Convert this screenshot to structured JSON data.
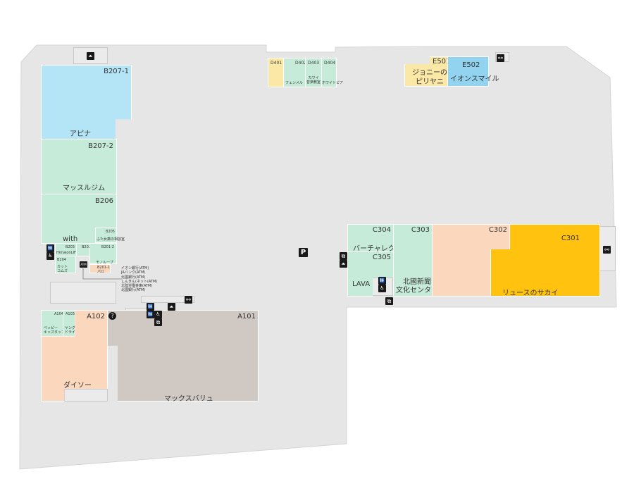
{
  "icons": {
    "parking": "P",
    "elevator": "⏶",
    "restroom": "🚻",
    "info": "?",
    "atm": "ATM",
    "bicycle": "⚯",
    "stairs": "⧉",
    "accessible": "♿"
  },
  "shops": {
    "b207_1": {
      "code": "B207-1",
      "name": "アピナ"
    },
    "b207_2": {
      "code": "B207-2",
      "name": "マッスルジム"
    },
    "b206": {
      "code": "B206",
      "name": "with"
    },
    "b205": {
      "code": "B205",
      "name": "ふた女薬の相談室"
    },
    "b203": {
      "code": "B203",
      "name": "HimalonLIFE"
    },
    "b202": {
      "code": "B202",
      "name": ""
    },
    "b201_2": {
      "code": "B201-2",
      "name": "モノループ"
    },
    "b204": {
      "code": "B204",
      "name": "カット\nコムズ"
    },
    "b201_1": {
      "code": "B201-1",
      "name": "パロ"
    },
    "a104": {
      "code": "A104",
      "name": "ベッピー\nキッズタップ"
    },
    "a103": {
      "code": "A103",
      "name": "ヤング\nドライ"
    },
    "a102": {
      "code": "A102",
      "name": "ダイソー"
    },
    "a101": {
      "code": "A101",
      "name": "マックスバリュ"
    },
    "d401": {
      "code": "D401",
      "name": ""
    },
    "d402": {
      "code": "D402",
      "name": "フェンメル"
    },
    "d403": {
      "code": "D403",
      "name": "カワイ\n音楽教室"
    },
    "d404": {
      "code": "D404",
      "name": "ホワイトピア"
    },
    "e501": {
      "code": "E501",
      "name": "ジョニーの\nピリヤニ"
    },
    "e502": {
      "code": "E502",
      "name": "イオンスマイル"
    },
    "c304": {
      "code": "C304",
      "name": "バーチャレクス"
    },
    "c305": {
      "code": "C305",
      "name": "LAVA"
    },
    "c303": {
      "code": "C303",
      "name": "北國新聞\n文化センター"
    },
    "c302": {
      "code": "C302",
      "name": ""
    },
    "c301": {
      "code": "C301",
      "name": "リュースのサカイ"
    }
  },
  "atm_list": [
    "イオン銀行(ATM)",
    "JAバンク(ATM)",
    "北國銀行(ATM)",
    "しんきん(ネット(ATM)",
    "北陸労働金庫(ATM)",
    "北國銀行(ATM)"
  ],
  "colors": {
    "floor": "#e6e6e6",
    "service": "#b3e5f7",
    "goods": "#c6ecd9",
    "food": "#fbd7be",
    "anchor": "#cfc8c3",
    "highlight": "#ffc30f"
  }
}
